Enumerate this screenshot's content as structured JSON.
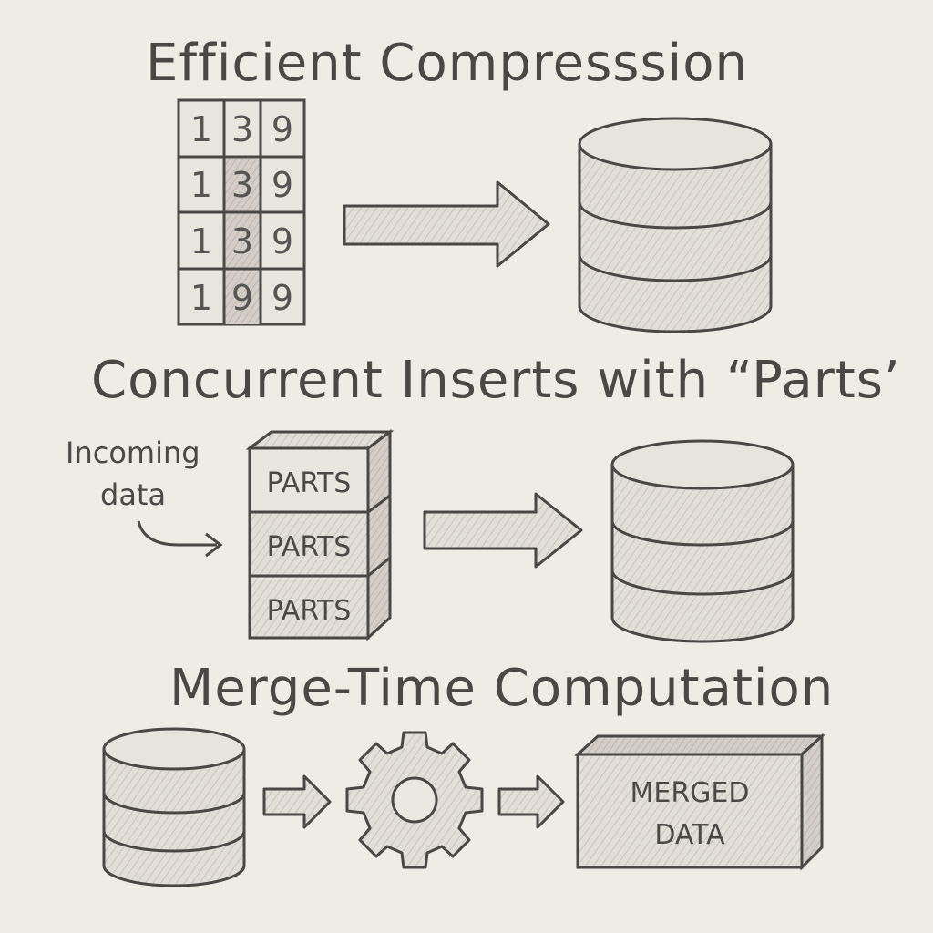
{
  "sections": {
    "compression": {
      "title": "Efficient Compresssion",
      "grid": [
        [
          "1",
          "3",
          "9"
        ],
        [
          "1",
          "3",
          "9"
        ],
        [
          "1",
          "3",
          "9"
        ],
        [
          "1",
          "9",
          "9"
        ]
      ]
    },
    "inserts": {
      "title": "Concurrent Inserts with “Parts’",
      "incoming_line1": "Incoming",
      "incoming_line2": "data",
      "part_labels": [
        "PARTS",
        "PARTS",
        "PARTS"
      ]
    },
    "merge": {
      "title": "Merge-Time Computation",
      "merged_line1": "MERGED",
      "merged_line2": "DATA"
    }
  },
  "colors": {
    "background": "#efebe5",
    "stroke": "#4a4845",
    "fill_light": "#e4e0da",
    "fill_shade": "#cfcac3"
  },
  "icons": [
    "gear-icon",
    "arrow-icon",
    "database-icon",
    "table-grid-icon",
    "parts-stack-icon"
  ]
}
